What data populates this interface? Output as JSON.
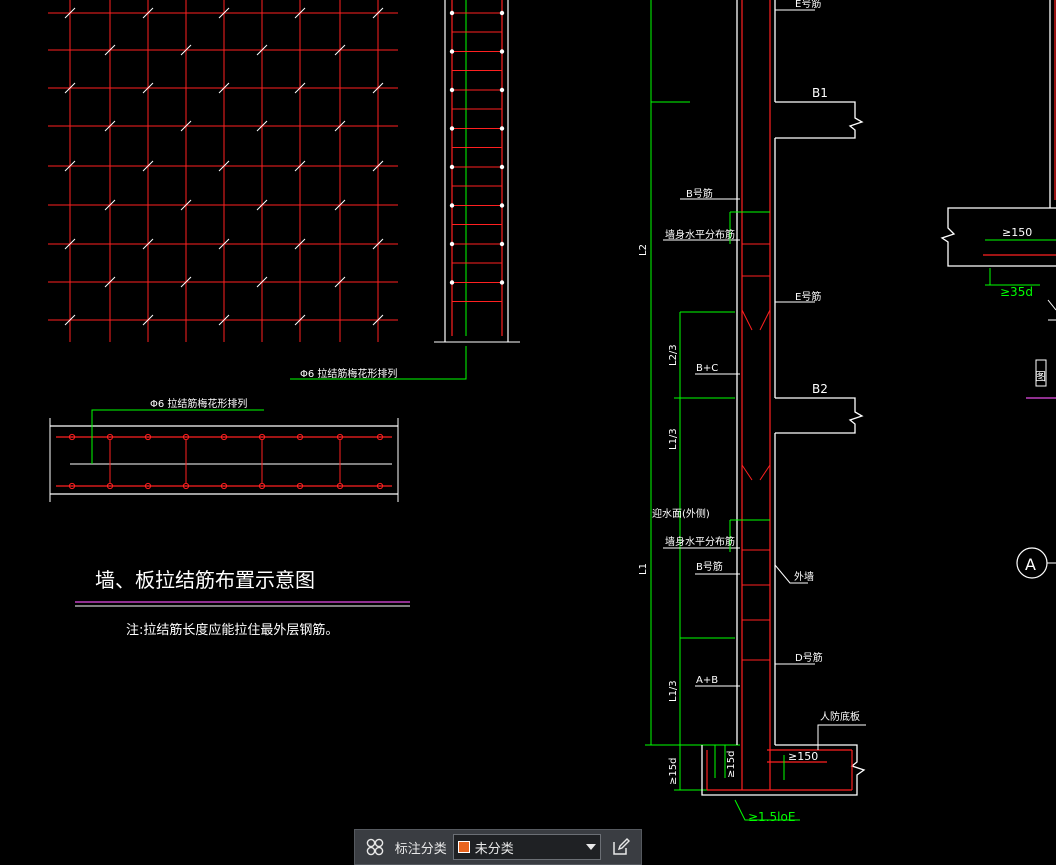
{
  "drawing": {
    "title": "墙、板拉结筋布置示意图",
    "note": "注:拉结筋长度应能拉住最外层钢筋。",
    "leader_vertical": "Φ6 拉结筋梅花形排列",
    "leader_horizontal": "Φ6 拉结筋梅花形排列",
    "labels": {
      "e_top": "E号筋",
      "b1": "B1",
      "b_bar": "B号筋",
      "wall_dist_1": "墙身水平分布筋",
      "l2": "L2",
      "e_bar": "E号筋",
      "l2_3": "L2/3",
      "b_plus_c": "B+C",
      "b2": "B2",
      "l1_3_a": "L1/3",
      "water_face": "迎水面(外侧)",
      "wall_dist_2": "墙身水平分布筋",
      "b_bar_2": "B号筋",
      "outer_wall": "外墙",
      "l1": "L1",
      "d_bar": "D号筋",
      "a_plus_b": "A+B",
      "l1_3_b": "L1/3",
      "civil_def": "人防底板",
      "d15_a": "≥15d",
      "d15_b": "≥15d",
      "ge150_a": "≥150",
      "ge150_b": "≥150",
      "d35": "≥35d",
      "loe": "≥1.5loE",
      "fig": "图",
      "axis_a": "A"
    }
  },
  "toolbar": {
    "grid_icon": "grid-icon",
    "category_label": "标注分类",
    "selected_value": "未分类",
    "swatch_color": "#e8641e",
    "edit_icon": "edit-icon"
  }
}
